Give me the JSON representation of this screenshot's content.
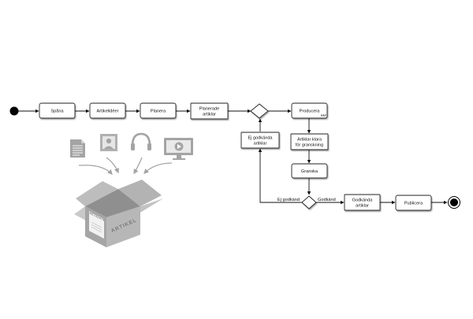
{
  "diagram": {
    "nodes": {
      "spana": "Spåna",
      "artikelideer": "Artikelidéer",
      "planera": "Planera",
      "planerade_line1": "Planerade",
      "planerade_line2": "artiklar",
      "producera": "Producera",
      "ej_godkanda_line1": "Ej godkända",
      "ej_godkanda_line2": "artiklar",
      "artiklar_klara_line1": "Artiklar klara",
      "artiklar_klara_line2": "för granskning",
      "granska": "Granska",
      "godkanda_line1": "Godkända",
      "godkanda_line2": "artiklar",
      "publicera": "Publicera"
    },
    "edge_labels": {
      "ej_godkand": "Ej godkänd",
      "godkand": "Godkänd"
    },
    "illustration": {
      "box_label": "METADATA",
      "box_side_label": "ARTIKEL",
      "icons": [
        "document-icon",
        "image-icon",
        "headphones-icon",
        "video-monitor-icon"
      ]
    },
    "colors": {
      "node_fill": "#ffffff",
      "node_stroke": "#222222",
      "box_top": "#c6c6c6",
      "box_front": "#a9a9a9",
      "box_side": "#b9b9b9",
      "icon_gray": "#a4a4a4"
    }
  }
}
